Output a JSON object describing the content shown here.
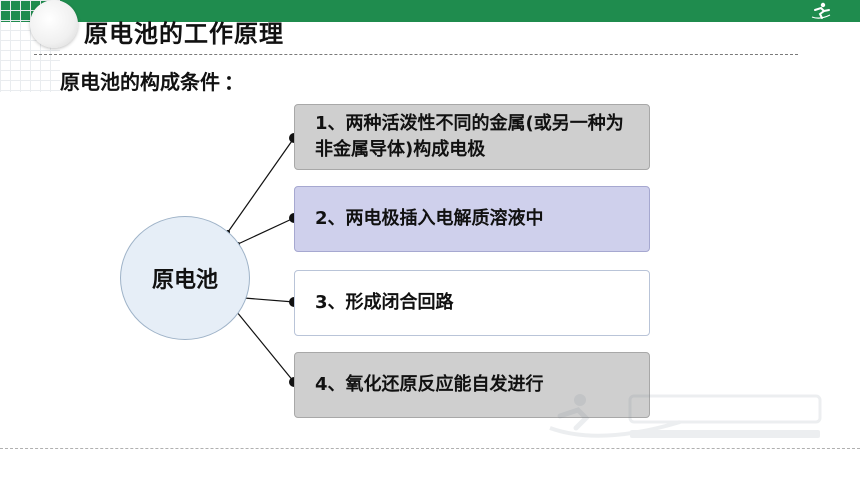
{
  "header": {
    "title": "原电池的工作原理",
    "brand_color": "#1f8c4e",
    "logo_icon": "runner-21-logo-icon"
  },
  "section": {
    "subtitle": "原电池的构成条件",
    "colon": "："
  },
  "diagram": {
    "center_label": "原电池",
    "conditions": [
      "1、两种活泼性不同的金属(或另一种为非金属导体)构成电极",
      "2、两电极插入电解质溶液中",
      "3、形成闭合回路",
      "4、氧化还原反应能自发进行"
    ]
  }
}
